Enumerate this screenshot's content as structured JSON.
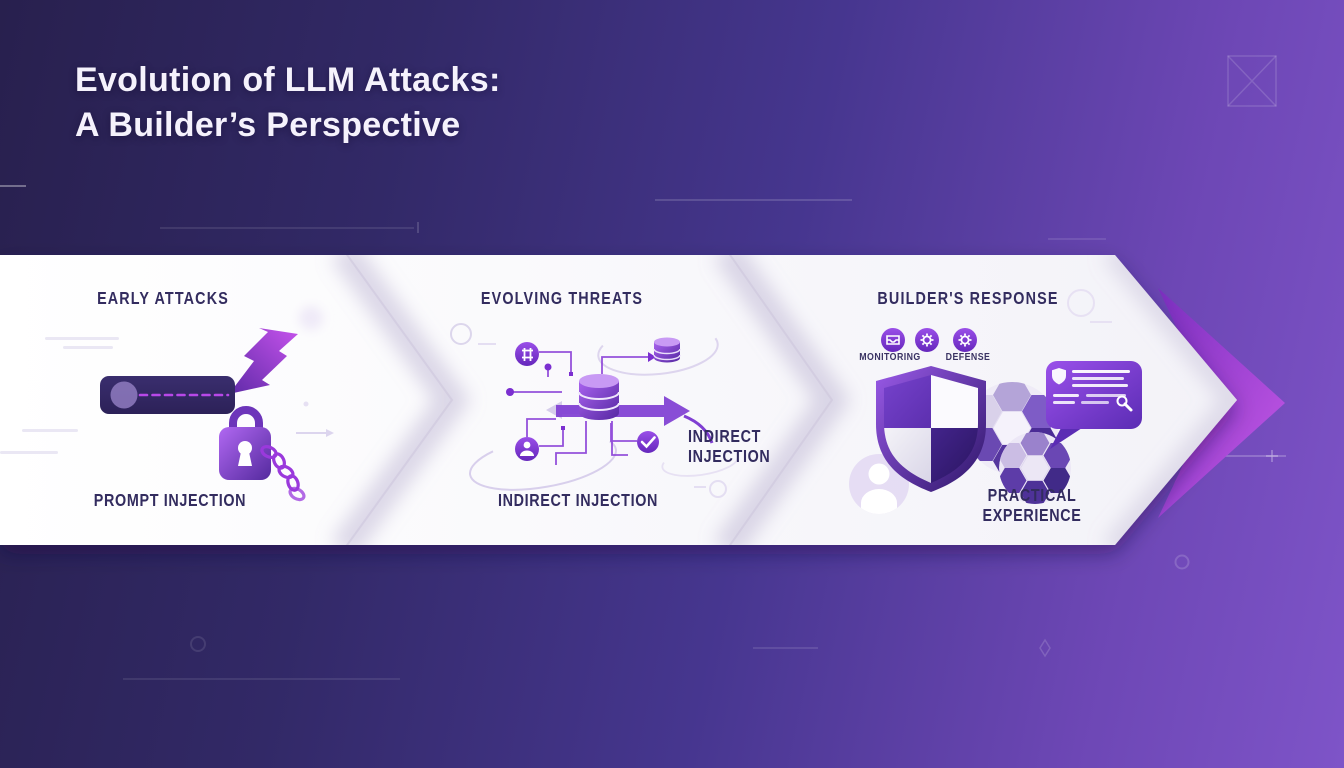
{
  "title": {
    "line1": "Evolution of LLM Attacks:",
    "line2": "A Builder’s Perspective"
  },
  "stages": [
    {
      "heading": "EARLY ATTACKS",
      "caption": "PROMPT INJECTION",
      "icons": [
        "prompt-bar-icon",
        "lightning-bolt-icon",
        "padlock-icon",
        "chain-icon"
      ]
    },
    {
      "heading": "EVOLVING THREATS",
      "caption": "INDIRECT INJECTION",
      "callout": {
        "line1": "INDIRECT",
        "line2": "INJECTION"
      },
      "icons": [
        "database-icon",
        "hash-node-icon",
        "user-node-icon",
        "check-node-icon",
        "mini-database-icon",
        "flow-arrow-icon"
      ]
    },
    {
      "heading": "BUILDER'S RESPONSE",
      "caption": {
        "line1": "PRACTICAL",
        "line2": "EXPERIENCE"
      },
      "badges": [
        {
          "icon": "inbox-icon",
          "label": "MONITORING"
        },
        {
          "icon": "gear-icon",
          "label": ""
        },
        {
          "icon": "gear-icon",
          "label": "DEFENSE"
        }
      ],
      "icons": [
        "shield-icon",
        "hex-sphere-icon",
        "code-bubble-icon",
        "user-avatar-icon"
      ]
    }
  ],
  "colors": {
    "background_start": "#28204e",
    "background_end": "#7e54c8",
    "band_white": "#ffffff",
    "heading_text": "#332c5f",
    "accent_purple": "#7b3fd0",
    "accent_magenta": "#b84fe0",
    "title_text": "#f5f2fc"
  }
}
